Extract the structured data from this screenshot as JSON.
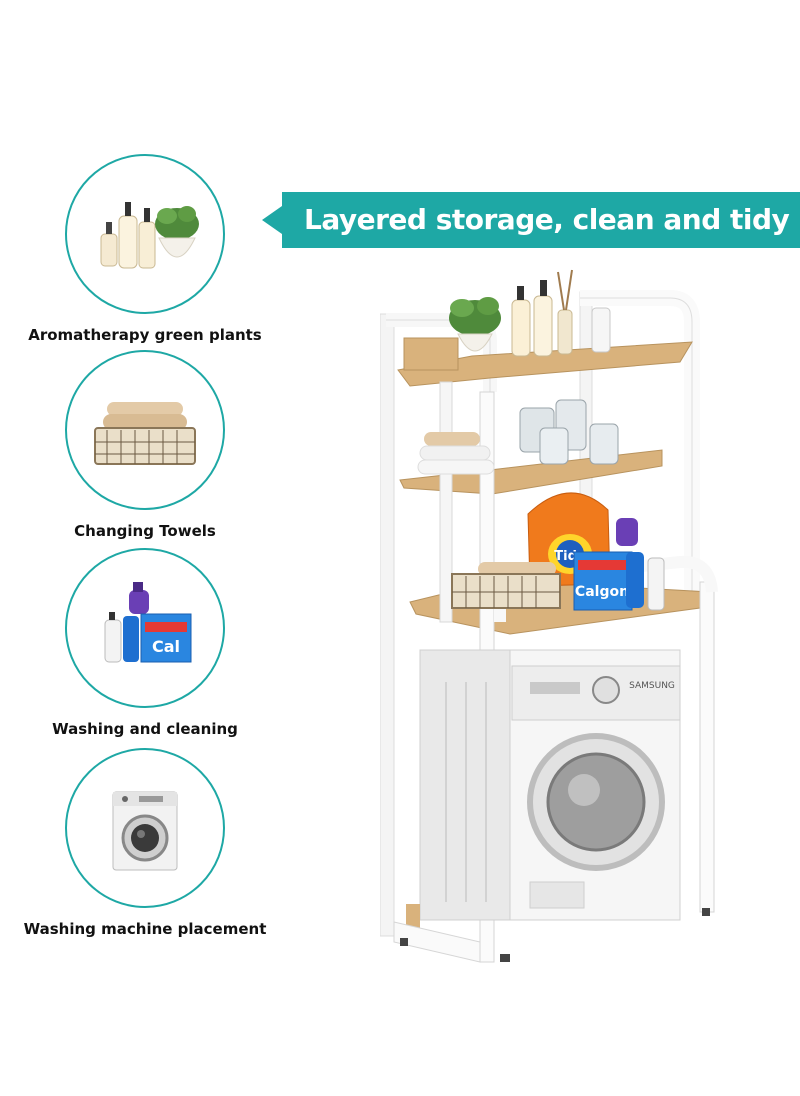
{
  "banner": {
    "text": "Layered storage, clean and tidy",
    "color": "#1ea8a5"
  },
  "features": [
    {
      "label": "Aromatherapy green plants",
      "icon": "plant-bottles-icon"
    },
    {
      "label": "Changing Towels",
      "icon": "towel-basket-icon"
    },
    {
      "label": "Washing and cleaning",
      "icon": "detergent-icon"
    },
    {
      "label": "Washing machine placement",
      "icon": "washing-machine-icon"
    }
  ],
  "product": {
    "detergent_box_text": "Calgon",
    "bag_text": "Tide",
    "washer_brand": "SAMSUNG"
  },
  "colors": {
    "accent": "#1ea8a5",
    "wood": "#d9b27c",
    "frame": "#ffffff"
  }
}
